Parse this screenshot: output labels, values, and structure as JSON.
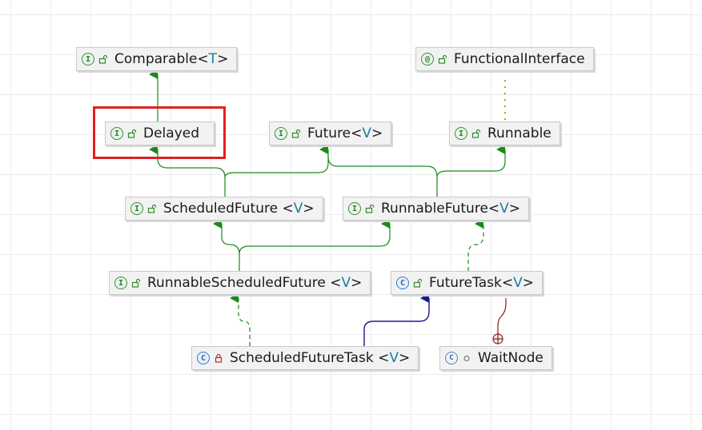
{
  "diagram": {
    "highlighted": "delayed",
    "nodes": {
      "comparable": {
        "kind": "interface",
        "kind_glyph": "I",
        "visibility": "public",
        "name": "Comparable",
        "open": "<",
        "type_param": "T",
        "close": ">"
      },
      "functional_interface": {
        "kind": "annotation",
        "kind_glyph": "@",
        "visibility": "public",
        "name": "FunctionalInterface"
      },
      "delayed": {
        "kind": "interface",
        "kind_glyph": "I",
        "visibility": "public",
        "name": "Delayed"
      },
      "future": {
        "kind": "interface",
        "kind_glyph": "I",
        "visibility": "public",
        "name": "Future",
        "open": "<",
        "type_param": "V",
        "close": ">"
      },
      "runnable": {
        "kind": "interface",
        "kind_glyph": "I",
        "visibility": "public",
        "name": "Runnable"
      },
      "scheduled_future": {
        "kind": "interface",
        "kind_glyph": "I",
        "visibility": "public",
        "name": "ScheduledFuture ",
        "open": "<",
        "type_param": "V",
        "close": ">"
      },
      "runnable_future": {
        "kind": "interface",
        "kind_glyph": "I",
        "visibility": "public",
        "name": "RunnableFuture",
        "open": "<",
        "type_param": "V",
        "close": ">"
      },
      "runnable_scheduled_future": {
        "kind": "interface",
        "kind_glyph": "I",
        "visibility": "public",
        "name": "RunnableScheduledFuture ",
        "open": "<",
        "type_param": "V",
        "close": ">"
      },
      "future_task": {
        "kind": "class",
        "kind_glyph": "C",
        "visibility": "public",
        "name": "FutureTask",
        "open": "<",
        "type_param": "V",
        "close": ">"
      },
      "scheduled_future_task": {
        "kind": "class",
        "kind_glyph": "C",
        "visibility": "private",
        "name": "ScheduledFutureTask ",
        "open": "<",
        "type_param": "V",
        "close": ">"
      },
      "wait_node": {
        "kind": "inner",
        "kind_glyph": "C",
        "visibility": "package",
        "name": "WaitNode"
      }
    },
    "edge_colors": {
      "extends_interface": "#1a7f1a",
      "implements": "#1a7f1a",
      "extends_class": "#1a1a99",
      "inner": "#8b1a1a",
      "annotation": "#9a9a1a"
    }
  }
}
